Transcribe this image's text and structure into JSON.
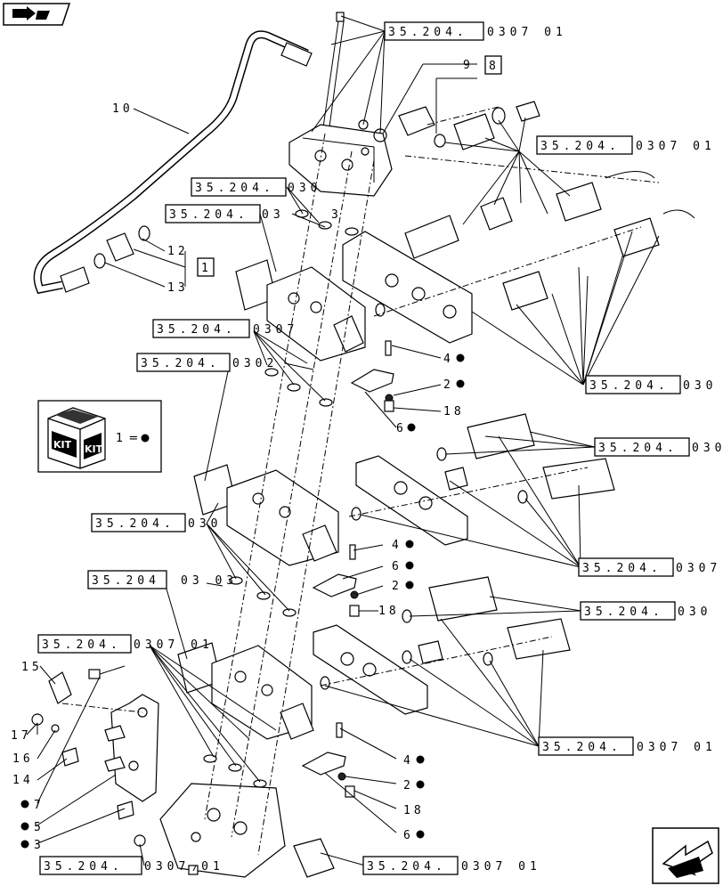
{
  "nav": {
    "top_icon": "book-arrow-icon",
    "bottom_icon": "prev-arrow-icon"
  },
  "kit": {
    "box_word_1": "KIT",
    "box_word_2": "KIT",
    "legend": "1 ="
  },
  "references": [
    {
      "box": "35.204.",
      "tail": "0307 01"
    },
    {
      "box": "35.204.",
      "tail": "0307 01"
    },
    {
      "box": "35.204.",
      "tail": "030"
    },
    {
      "box": "35.204.",
      "tail": "03"
    },
    {
      "box": "35.204.",
      "tail": "0307"
    },
    {
      "box": "35.204.",
      "tail": "0302"
    },
    {
      "box": "35.204.",
      "tail": "030"
    },
    {
      "box": "35.204.",
      "tail": "030"
    },
    {
      "box": "35.204.",
      "tail": "030"
    },
    {
      "box": "35.204.",
      "tail": "0307"
    },
    {
      "box": "35.204",
      "tail": "03 03"
    },
    {
      "box": "35.204.",
      "tail": "030"
    },
    {
      "box": "35.204.",
      "tail": "0307 01"
    },
    {
      "box": "35.204.",
      "tail": "0307 01"
    },
    {
      "box": "35.204.",
      "tail": "0307 01"
    },
    {
      "box": "35.204.",
      "tail": "0307 01"
    }
  ],
  "callouts": {
    "c10": "10",
    "c9": "9",
    "c8": "8",
    "c12": "12",
    "c1": "1",
    "c13a": "13",
    "c13b": "3",
    "c4a": "4",
    "c2a": "2",
    "c18a": "18",
    "c6a": "6",
    "c4b": "4",
    "c6b": "6",
    "c2b": "2",
    "c18b": "18",
    "c4c": "4",
    "c2c": "2",
    "c18c": "18",
    "c6c": "6",
    "c15": "15",
    "c17": "17",
    "c16": "16",
    "c14": "14",
    "c7": "7",
    "c5": "5",
    "c3": "3"
  }
}
